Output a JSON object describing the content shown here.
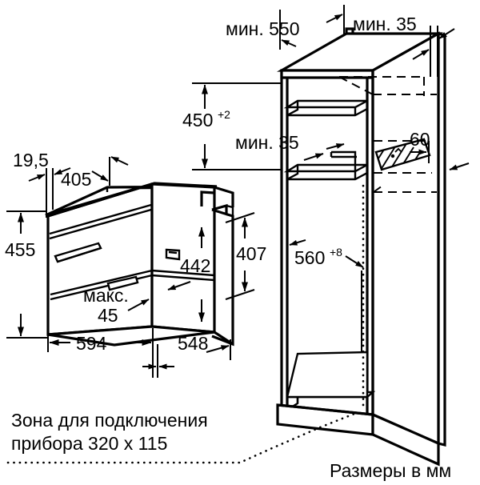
{
  "diagram": {
    "title_visible": false,
    "units_note": "Размеры в мм",
    "connection_zone_note_line1": "Зона для подключения",
    "connection_zone_note_line2": "прибора 320 x 115",
    "appliance": {
      "name": "built-in-oven",
      "dimensions": {
        "front_offset": "19,5",
        "top_depth": "405",
        "front_height": "455",
        "cavity_height": "442",
        "body_height": "407",
        "front_width": "594",
        "body_depth": "548",
        "gap_label": "макс.",
        "gap_value": "45"
      }
    },
    "cabinet": {
      "name": "installation-niche",
      "dimensions": {
        "min_depth": "мин. 550",
        "min_side_gap": "мин. 35",
        "niche_height": "450",
        "niche_height_tol": "+2",
        "min_rear_gap": "мин. 35",
        "rear_opening": "60",
        "niche_width": "560",
        "niche_width_tol": "+8"
      }
    },
    "colors": {
      "line": "#000000",
      "background": "#ffffff"
    }
  }
}
